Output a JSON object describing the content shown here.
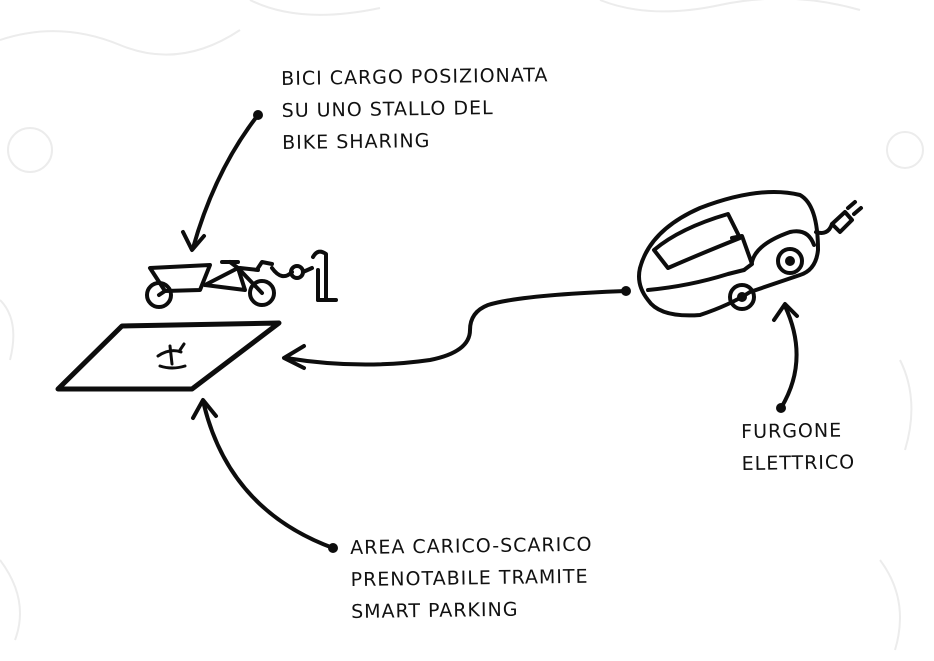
{
  "labels": {
    "bike": {
      "lines": [
        "BICI CARGO POSIZIONATA",
        "SU UNO STALLO DEL",
        "BIKE SHARING"
      ]
    },
    "van": {
      "lines": [
        "FURGONE",
        "ELETTRICO"
      ]
    },
    "area": {
      "lines": [
        "AREA CARICO-SCARICO",
        "PRENOTABILE TRAMITE",
        "SMART PARKING"
      ]
    }
  },
  "icons": {
    "cargo_bike": "cargo-bike-icon",
    "charging_post": "charging-post-icon",
    "van": "electric-van-icon",
    "plug": "plug-icon",
    "parking_area": "parking-area-icon"
  }
}
